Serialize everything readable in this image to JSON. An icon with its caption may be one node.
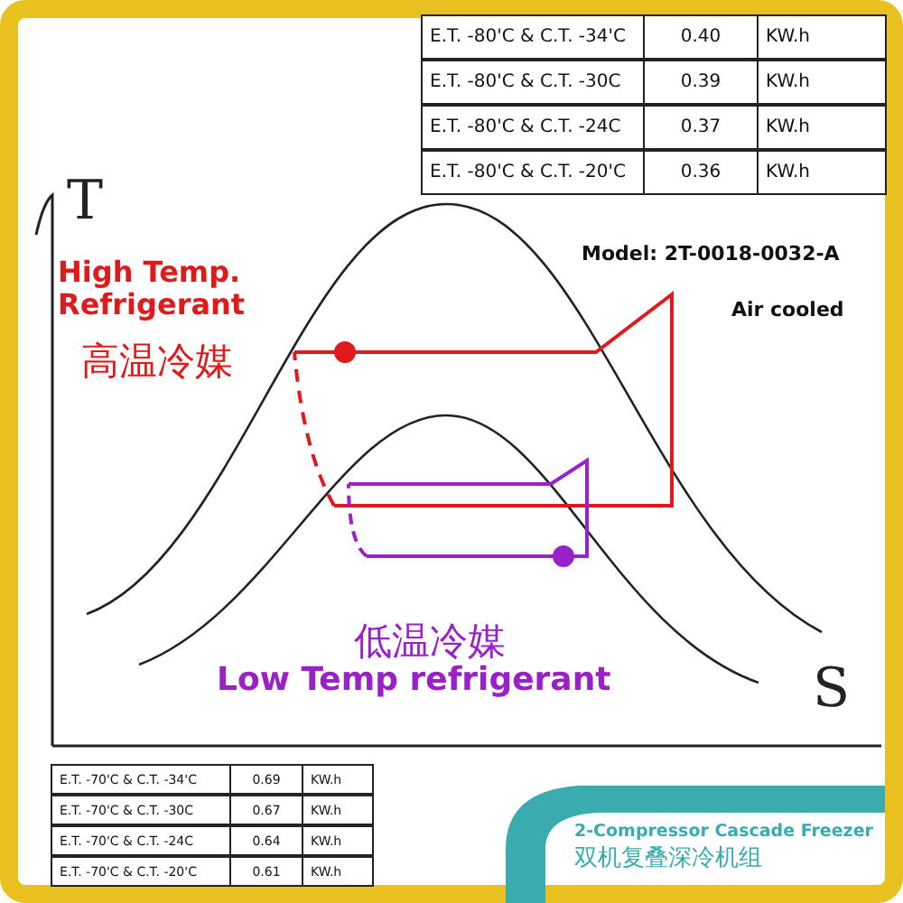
{
  "diagram": {
    "labels": [
      "E.T. -80'C & C.T. -34'C",
      "0.40",
      "KW.h",
      "E.T. -80'C & C.T. -30C",
      "0.39",
      "KW.h",
      "E.T. -80'C & C.T. -24C",
      "0.37",
      "KW.h",
      "E.T. -80'C & C.T. -20'C",
      "0.36",
      "KW.h",
      "T",
      "High Temp. Refrigerant",
      "高温冷媒",
      "Model: 2T-0018-0032-A",
      "Air cooled",
      "低温冷媒",
      "Low Temp refrigerant",
      "S",
      "E.T. -70'C & C.T. -34'C",
      "0.69",
      "KW.h",
      "E.T. -70'C & C.T. -30C",
      "0.67",
      "KW.h",
      "E.T. -70'C & C.T. -24C",
      "0.64",
      "KW.h",
      "E.T. -70'C & C.T. -20'C",
      "0.61",
      "KW.h",
      "2-Compressor Cascade Freezer",
      "双机复叠深冷机组"
    ]
  }
}
